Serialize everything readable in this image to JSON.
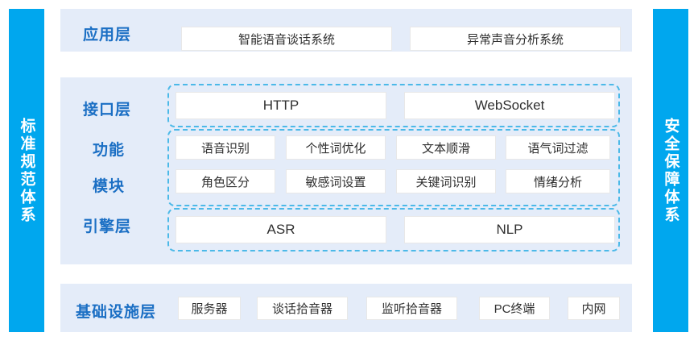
{
  "sidebars": {
    "left": {
      "text": "标准规范体系"
    },
    "right": {
      "text": "安全保障体系"
    }
  },
  "colors": {
    "sidebar_blue": "#00a7ee",
    "panel_bg": "#e4ecf9",
    "label_blue": "#1b6fc4",
    "dashed_border": "#4cb9e8",
    "box_bg": "#ffffff",
    "box_text": "#303030"
  },
  "layers": {
    "application": {
      "label": "应用层",
      "boxes": [
        "智能语音谈话系统",
        "异常声音分析系统"
      ]
    },
    "interface": {
      "label": "接口层",
      "boxes": [
        "HTTP",
        "WebSocket"
      ]
    },
    "function_module": {
      "label_line1": "功能",
      "label_line2": "模块",
      "rows": [
        [
          "语音识别",
          "个性词优化",
          "文本顺滑",
          "语气词过滤"
        ],
        [
          "角色区分",
          "敏感词设置",
          "关键词识别",
          "情绪分析"
        ]
      ]
    },
    "engine": {
      "label": "引擎层",
      "boxes": [
        "ASR",
        "NLP"
      ]
    },
    "infrastructure": {
      "label": "基础设施层",
      "boxes": [
        "服务器",
        "谈话拾音器",
        "监听拾音器",
        "PC终端",
        "内网"
      ]
    }
  }
}
